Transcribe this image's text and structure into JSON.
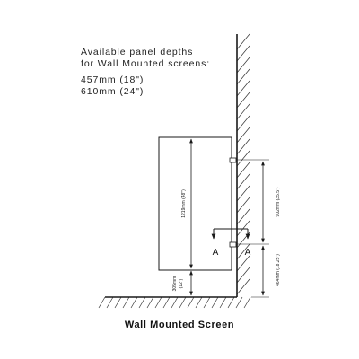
{
  "info": {
    "heading_line1": "Available panel depths",
    "heading_line2": "for Wall Mounted screens:",
    "depth_1": "457mm (18\")",
    "depth_2": "610mm (24\")"
  },
  "caption": "Wall Mounted Screen",
  "dimensions": {
    "panel_height": "1219mm (48\")",
    "floor_clearance_line1": "305mm",
    "floor_clearance_line2": "(12\")",
    "bracket_spacing": "902mm (35.5\")",
    "bracket_height": "464mm (18.25\")"
  },
  "section_marks": {
    "left": "A",
    "right": "A"
  },
  "colors": {
    "line": "#1a1a1a",
    "hatch": "#333333",
    "text": "#222222"
  }
}
